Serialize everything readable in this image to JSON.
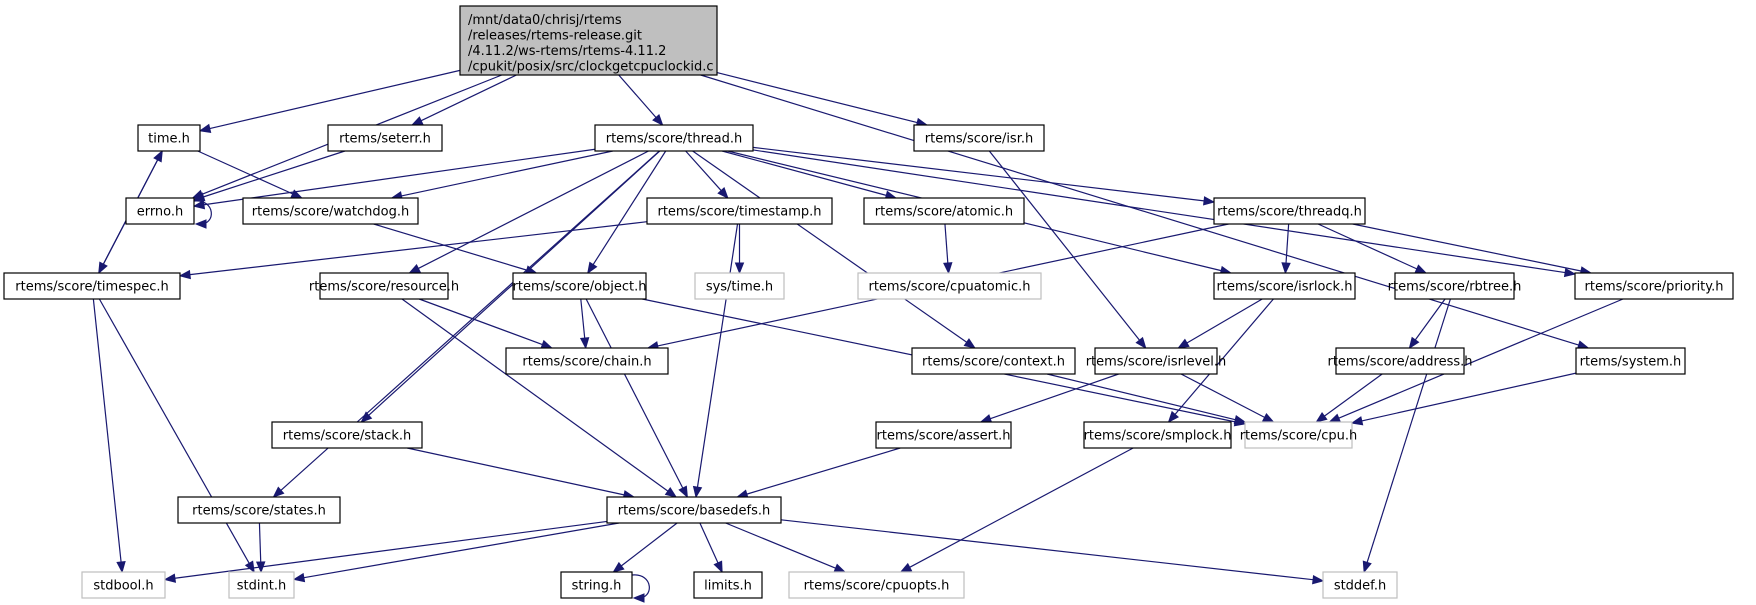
{
  "title": "Include dependency graph for clockgetcpuclockid.c",
  "colors": {
    "edge": "#191970",
    "root_fill": "#bfbfbf",
    "node_border": "#000000",
    "external_border": "#bfbfbf"
  },
  "root": {
    "id": "root",
    "lines": [
      "/mnt/data0/chrisj/rtems",
      "/releases/rtems-release.git",
      "/4.11.2/ws-rtems/rtems-4.11.2",
      "/cpukit/posix/src/clockgetcpuclockid.c"
    ]
  },
  "nodes": [
    {
      "id": "time",
      "label": "time.h",
      "external": false
    },
    {
      "id": "seterr",
      "label": "rtems/seterr.h",
      "external": false
    },
    {
      "id": "thread",
      "label": "rtems/score/thread.h",
      "external": false
    },
    {
      "id": "isr",
      "label": "rtems/score/isr.h",
      "external": false
    },
    {
      "id": "errno",
      "label": "errno.h",
      "external": false
    },
    {
      "id": "watchdog",
      "label": "rtems/score/watchdog.h",
      "external": false
    },
    {
      "id": "timestamp",
      "label": "rtems/score/timestamp.h",
      "external": false
    },
    {
      "id": "atomic",
      "label": "rtems/score/atomic.h",
      "external": false
    },
    {
      "id": "threadq",
      "label": "rtems/score/threadq.h",
      "external": false
    },
    {
      "id": "timespec",
      "label": "rtems/score/timespec.h",
      "external": false
    },
    {
      "id": "resource",
      "label": "rtems/score/resource.h",
      "external": false
    },
    {
      "id": "object",
      "label": "rtems/score/object.h",
      "external": false
    },
    {
      "id": "systime",
      "label": "sys/time.h",
      "external": true
    },
    {
      "id": "cpuatomic",
      "label": "rtems/score/cpuatomic.h",
      "external": true
    },
    {
      "id": "isrlock",
      "label": "rtems/score/isrlock.h",
      "external": false
    },
    {
      "id": "rbtree",
      "label": "rtems/score/rbtree.h",
      "external": false
    },
    {
      "id": "priority",
      "label": "rtems/score/priority.h",
      "external": false
    },
    {
      "id": "chain",
      "label": "rtems/score/chain.h",
      "external": false
    },
    {
      "id": "context",
      "label": "rtems/score/context.h",
      "external": false
    },
    {
      "id": "isrlevel",
      "label": "rtems/score/isrlevel.h",
      "external": false
    },
    {
      "id": "address",
      "label": "rtems/score/address.h",
      "external": false
    },
    {
      "id": "system",
      "label": "rtems/system.h",
      "external": false
    },
    {
      "id": "stack",
      "label": "rtems/score/stack.h",
      "external": false
    },
    {
      "id": "assert",
      "label": "rtems/score/assert.h",
      "external": false
    },
    {
      "id": "smplock",
      "label": "rtems/score/smplock.h",
      "external": false
    },
    {
      "id": "cpu",
      "label": "rtems/score/cpu.h",
      "external": true
    },
    {
      "id": "states",
      "label": "rtems/score/states.h",
      "external": false
    },
    {
      "id": "basedefs",
      "label": "rtems/score/basedefs.h",
      "external": false
    },
    {
      "id": "stdbool",
      "label": "stdbool.h",
      "external": true
    },
    {
      "id": "stdint",
      "label": "stdint.h",
      "external": true
    },
    {
      "id": "string",
      "label": "string.h",
      "external": false
    },
    {
      "id": "limits",
      "label": "limits.h",
      "external": false
    },
    {
      "id": "cpuopts",
      "label": "rtems/score/cpuopts.h",
      "external": true
    },
    {
      "id": "stddef",
      "label": "stddef.h",
      "external": true
    }
  ],
  "edges": [
    [
      "root",
      "time"
    ],
    [
      "root",
      "seterr"
    ],
    [
      "root",
      "thread"
    ],
    [
      "root",
      "isr"
    ],
    [
      "root",
      "errno"
    ],
    [
      "root",
      "system"
    ],
    [
      "time",
      "watchdog"
    ],
    [
      "time",
      "timespec"
    ],
    [
      "seterr",
      "errno"
    ],
    [
      "errno",
      "errno"
    ],
    [
      "thread",
      "errno"
    ],
    [
      "thread",
      "watchdog"
    ],
    [
      "thread",
      "timestamp"
    ],
    [
      "thread",
      "atomic"
    ],
    [
      "thread",
      "threadq"
    ],
    [
      "thread",
      "resource"
    ],
    [
      "thread",
      "object"
    ],
    [
      "thread",
      "isrlock"
    ],
    [
      "thread",
      "priority"
    ],
    [
      "thread",
      "context"
    ],
    [
      "thread",
      "stack"
    ],
    [
      "thread",
      "states"
    ],
    [
      "isr",
      "isrlevel"
    ],
    [
      "watchdog",
      "object"
    ],
    [
      "timestamp",
      "timespec"
    ],
    [
      "timestamp",
      "systime"
    ],
    [
      "timestamp",
      "basedefs"
    ],
    [
      "atomic",
      "cpuatomic"
    ],
    [
      "threadq",
      "chain"
    ],
    [
      "threadq",
      "isrlock"
    ],
    [
      "threadq",
      "rbtree"
    ],
    [
      "threadq",
      "priority"
    ],
    [
      "timespec",
      "time"
    ],
    [
      "timespec",
      "stdbool"
    ],
    [
      "timespec",
      "stdint"
    ],
    [
      "resource",
      "chain"
    ],
    [
      "resource",
      "basedefs"
    ],
    [
      "object",
      "chain"
    ],
    [
      "object",
      "basedefs"
    ],
    [
      "object",
      "cpu"
    ],
    [
      "isrlock",
      "isrlevel"
    ],
    [
      "isrlock",
      "smplock"
    ],
    [
      "rbtree",
      "address"
    ],
    [
      "rbtree",
      "stddef"
    ],
    [
      "priority",
      "cpu"
    ],
    [
      "context",
      "cpu"
    ],
    [
      "isrlevel",
      "assert"
    ],
    [
      "isrlevel",
      "cpu"
    ],
    [
      "address",
      "cpu"
    ],
    [
      "system",
      "cpu"
    ],
    [
      "stack",
      "basedefs"
    ],
    [
      "assert",
      "basedefs"
    ],
    [
      "smplock",
      "cpuopts"
    ],
    [
      "states",
      "stdint"
    ],
    [
      "basedefs",
      "stdbool"
    ],
    [
      "basedefs",
      "stdint"
    ],
    [
      "basedefs",
      "string"
    ],
    [
      "basedefs",
      "limits"
    ],
    [
      "basedefs",
      "cpuopts"
    ],
    [
      "basedefs",
      "stddef"
    ],
    [
      "string",
      "string"
    ]
  ]
}
